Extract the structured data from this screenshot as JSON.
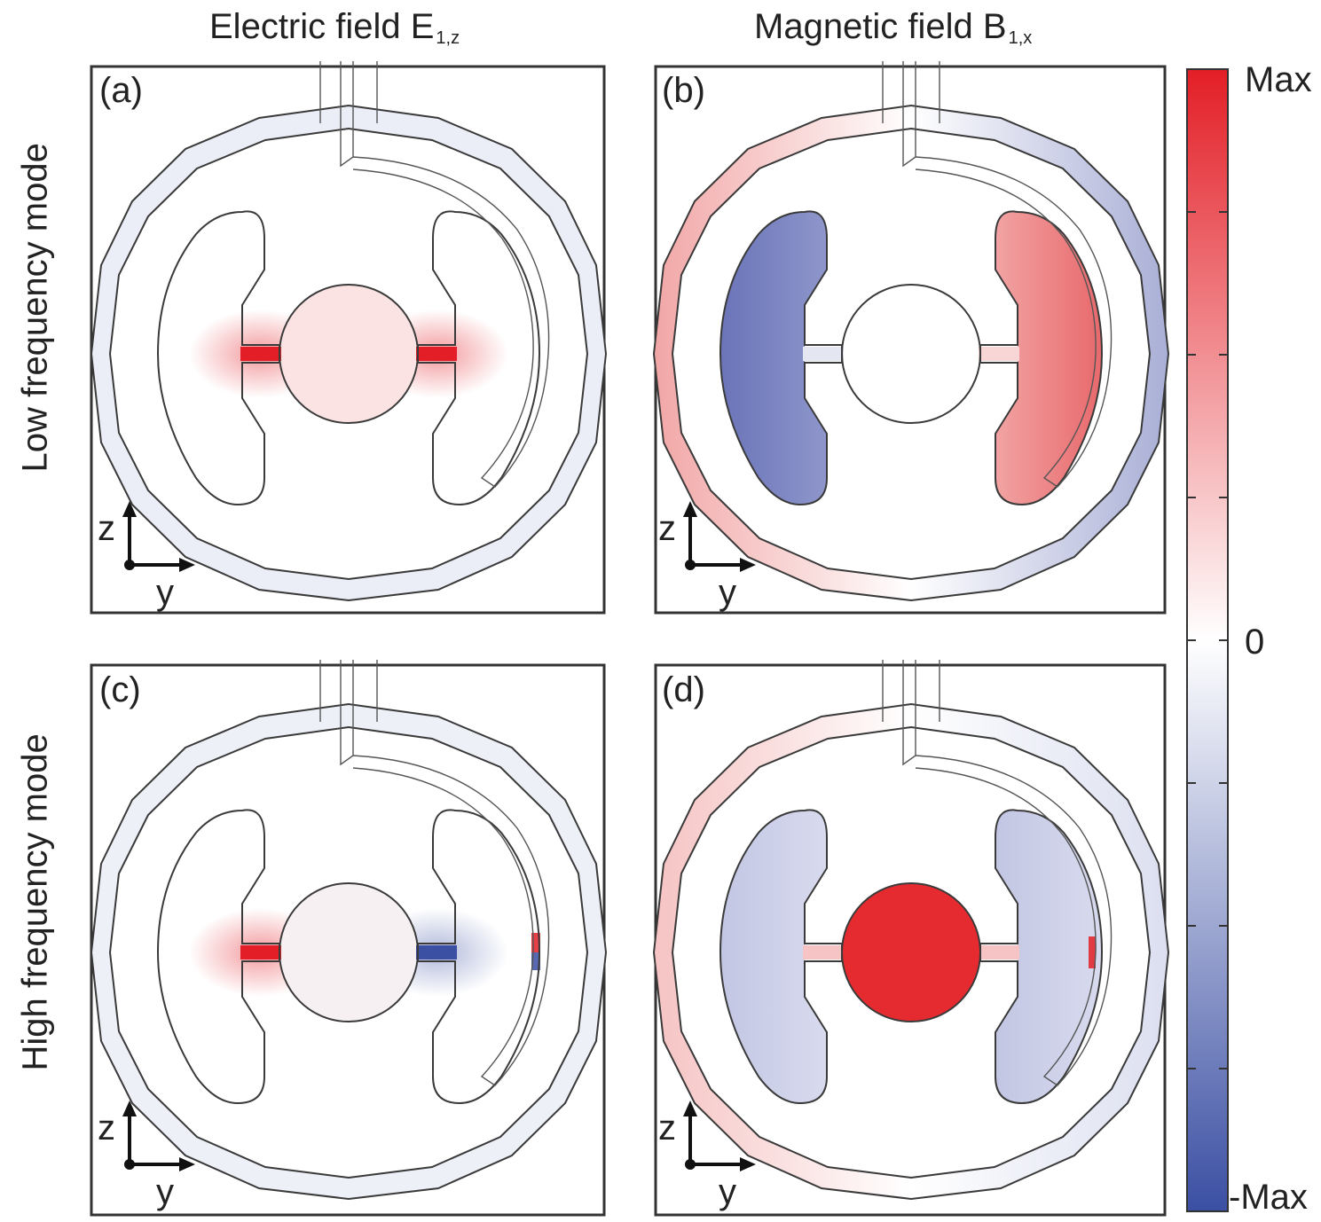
{
  "columns": [
    {
      "prefix": "Electric field E",
      "sub": "1,z"
    },
    {
      "prefix": "Magnetic field B",
      "sub": "1,x"
    }
  ],
  "rows": [
    "Low frequency mode",
    "High frequency mode"
  ],
  "panels": [
    {
      "label": "(a)"
    },
    {
      "label": "(b)"
    },
    {
      "label": "(c)"
    },
    {
      "label": "(d)"
    }
  ],
  "axis_labels": {
    "vertical": "z",
    "horizontal": "y"
  },
  "colorbar": {
    "max_label": "Max",
    "zero_label": "0",
    "min_label": "-Max",
    "colors": {
      "max": "#e31e26",
      "zero": "#ffffff",
      "min": "#3b4fa3"
    }
  }
}
